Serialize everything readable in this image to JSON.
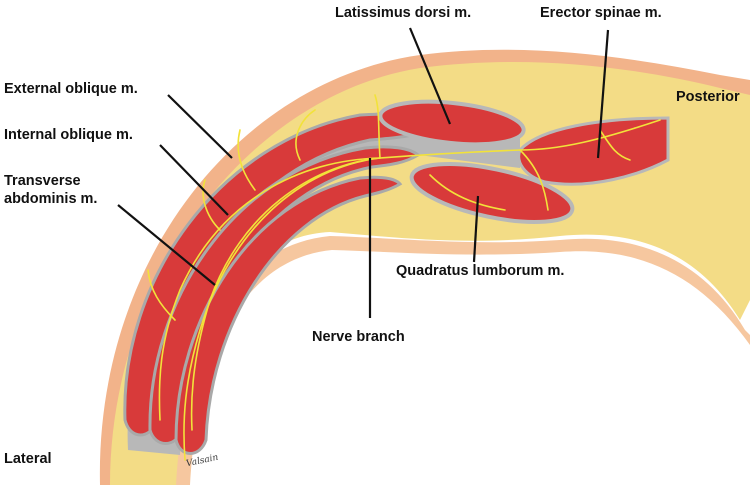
{
  "labels": {
    "latissimus": "Latissimus dorsi m.",
    "erector": "Erector spinae m.",
    "posterior": "Posterior",
    "external_oblique": "External oblique m.",
    "internal_oblique": "Internal oblique m.",
    "transverse": "Transverse abdominis m.",
    "quadratus": "Quadratus lumborum m.",
    "nerve_branch": "Nerve branch",
    "lateral": "Lateral"
  },
  "signature": "Valsain",
  "colors": {
    "skin": "#f2b38a",
    "fat": "#f3dc86",
    "muscle": "#d83a3a",
    "fascia": "#b8b8b8",
    "nerve": "#f2e23a",
    "leader": "#111111"
  }
}
